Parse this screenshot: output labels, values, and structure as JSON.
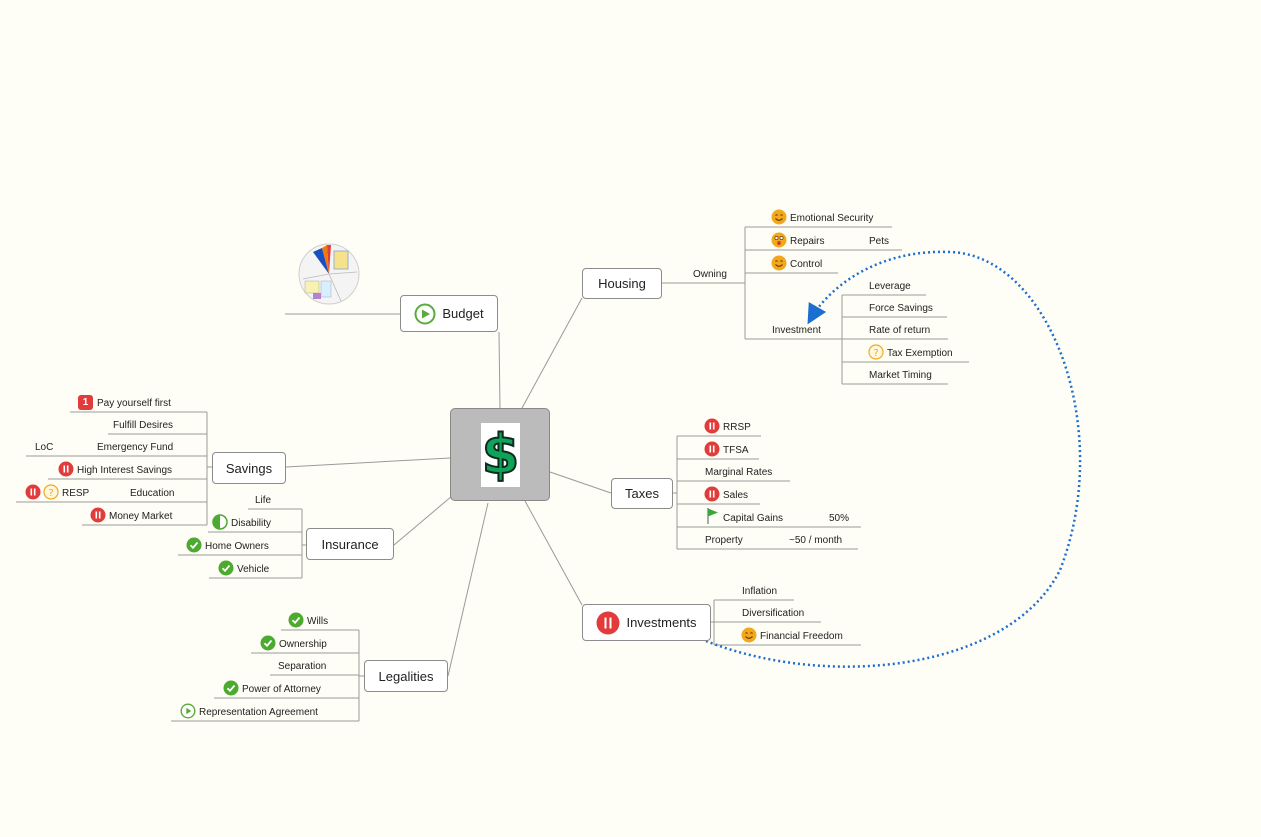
{
  "colors": {
    "line": "#9a9a9a",
    "relationship": "#1a6fd1",
    "pause": "#e23b3b",
    "check": "#4caa2f",
    "smiley": "#f2a81d",
    "play": "#5bab3c",
    "flag": "#3aa53a"
  },
  "central": {
    "icon": "dollar-sign-icon",
    "symbol": "$"
  },
  "topics": {
    "budget": "Budget",
    "housing": "Housing",
    "savings": "Savings",
    "taxes": "Taxes",
    "insurance": "Insurance",
    "investments": "Investments",
    "legalities": "Legalities"
  },
  "housing": {
    "owning": "Owning",
    "emotional_security": "Emotional Security",
    "repairs": "Repairs",
    "pets": "Pets",
    "control": "Control",
    "investment": "Investment",
    "leverage": "Leverage",
    "force_savings": "Force Savings",
    "rate_of_return": "Rate of return",
    "tax_exemption": "Tax Exemption",
    "market_timing": "Market Timing"
  },
  "taxes": {
    "rrsp": "RRSP",
    "tfsa": "TFSA",
    "marginal_rates": "Marginal Rates",
    "sales": "Sales",
    "capital_gains": "Capital Gains",
    "capital_gains_note": "50%",
    "property": "Property",
    "property_note": "~50 / month"
  },
  "investments": {
    "inflation": "Inflation",
    "diversification": "Diversification",
    "financial_freedom": "Financial Freedom"
  },
  "savings": {
    "pay_yourself_first": "Pay yourself first",
    "priority": "1",
    "fulfill_desires": "Fulfill Desires",
    "emergency_fund": "Emergency Fund",
    "loc": "LoC",
    "high_interest": "High Interest Savings",
    "education": "Education",
    "resp": "RESP",
    "money_market": "Money Market"
  },
  "insurance": {
    "life": "Life",
    "disability": "Disability",
    "home_owners": "Home Owners",
    "vehicle": "Vehicle"
  },
  "legalities": {
    "wills": "Wills",
    "ownership": "Ownership",
    "separation": "Separation",
    "power_of_attorney": "Power of Attorney",
    "representation_agreement": "Representation Agreement"
  }
}
